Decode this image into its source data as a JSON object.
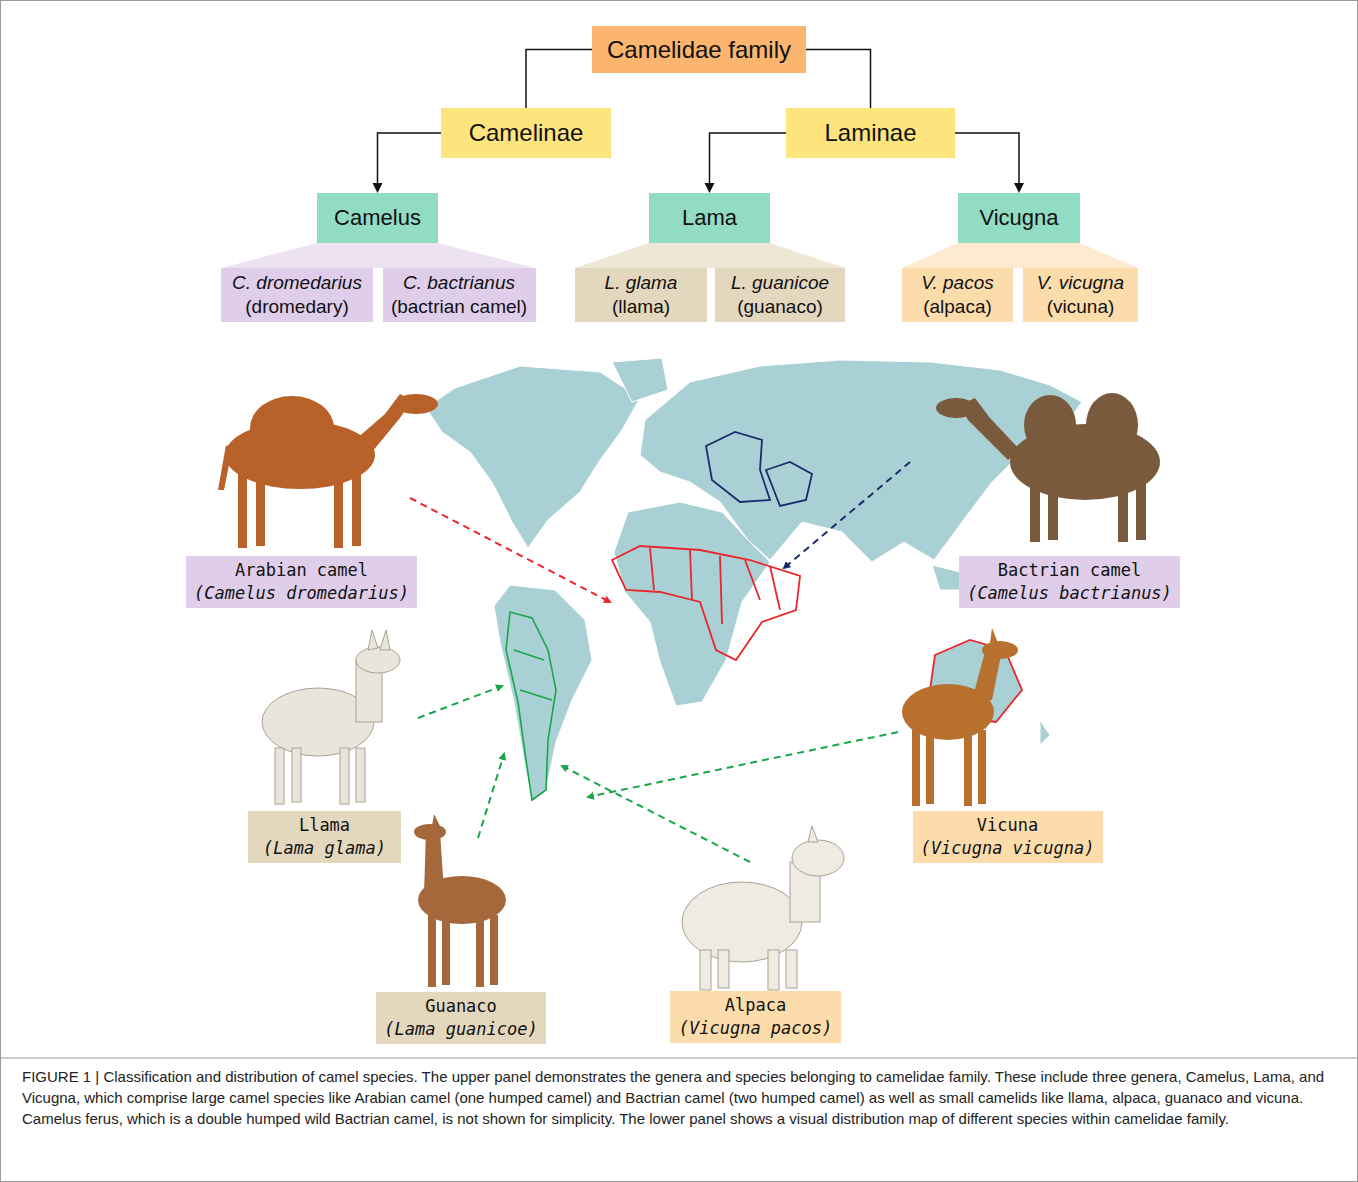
{
  "diagram": {
    "caption": "FIGURE 1 | Classification and distribution of camel species. The upper panel demonstrates the genera and species belonging to camelidae family. These include three genera, Camelus, Lama, and Vicugna, which comprise large camel species like Arabian camel (one humped camel) and Bactrian camel (two humped camel) as well as small camelids like llama, alpaca, guanaco and vicuna. Camelus ferus, which is a double humped wild Bactrian camel, is not shown for simplicity. The lower panel shows a visual distribution map of different species within camelidae family.",
    "nodes": [
      {
        "text": [
          "Camelidae family"
        ]
      },
      {
        "text": [
          "Camelinae"
        ]
      },
      {
        "text": [
          "Laminae"
        ]
      },
      {
        "text": [
          "Camelus"
        ]
      },
      {
        "text": [
          "Lama"
        ]
      },
      {
        "text": [
          "Vicugna"
        ]
      },
      {
        "text": [
          "C. dromedarius",
          "(dromedary)"
        ]
      },
      {
        "text": [
          "C. bactrianus",
          "(bactrian camel)"
        ]
      },
      {
        "text": [
          "L. glama",
          "(llama)"
        ]
      },
      {
        "text": [
          "L. guanicoe",
          "(guanaco)"
        ]
      },
      {
        "text": [
          "V. pacos",
          "(alpaca)"
        ]
      },
      {
        "text": [
          "V. vicugna",
          "(vicuna)"
        ]
      },
      {
        "text": [
          "Arabian camel",
          "(Camelus dromedarius)"
        ]
      },
      {
        "text": [
          "Bactrian camel",
          "(Camelus bactrianus)"
        ]
      },
      {
        "text": [
          "Llama",
          "(Lama glama)"
        ]
      },
      {
        "text": [
          "Vicuna",
          "(Vicugna vicugna)"
        ]
      },
      {
        "text": [
          "Guanaco",
          "(Lama guanicoe)"
        ]
      },
      {
        "text": [
          "Alpaca",
          "(Vicugna pacos)"
        ]
      }
    ],
    "edges": [
      {
        "from": 0,
        "to": 1,
        "arrow": "none"
      },
      {
        "from": 0,
        "to": 2,
        "arrow": "none"
      },
      {
        "from": 1,
        "to": 3,
        "arrow": "to"
      },
      {
        "from": 2,
        "to": 4,
        "arrow": "to"
      },
      {
        "from": 2,
        "to": 5,
        "arrow": "to"
      }
    ]
  }
}
